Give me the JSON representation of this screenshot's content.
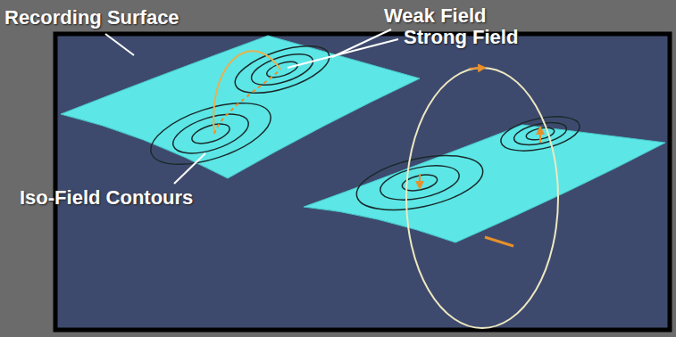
{
  "diagram": {
    "labels": [
      "Recording Surface",
      "Weak Field",
      "Strong Field",
      "Iso-Field Contours"
    ]
  }
}
